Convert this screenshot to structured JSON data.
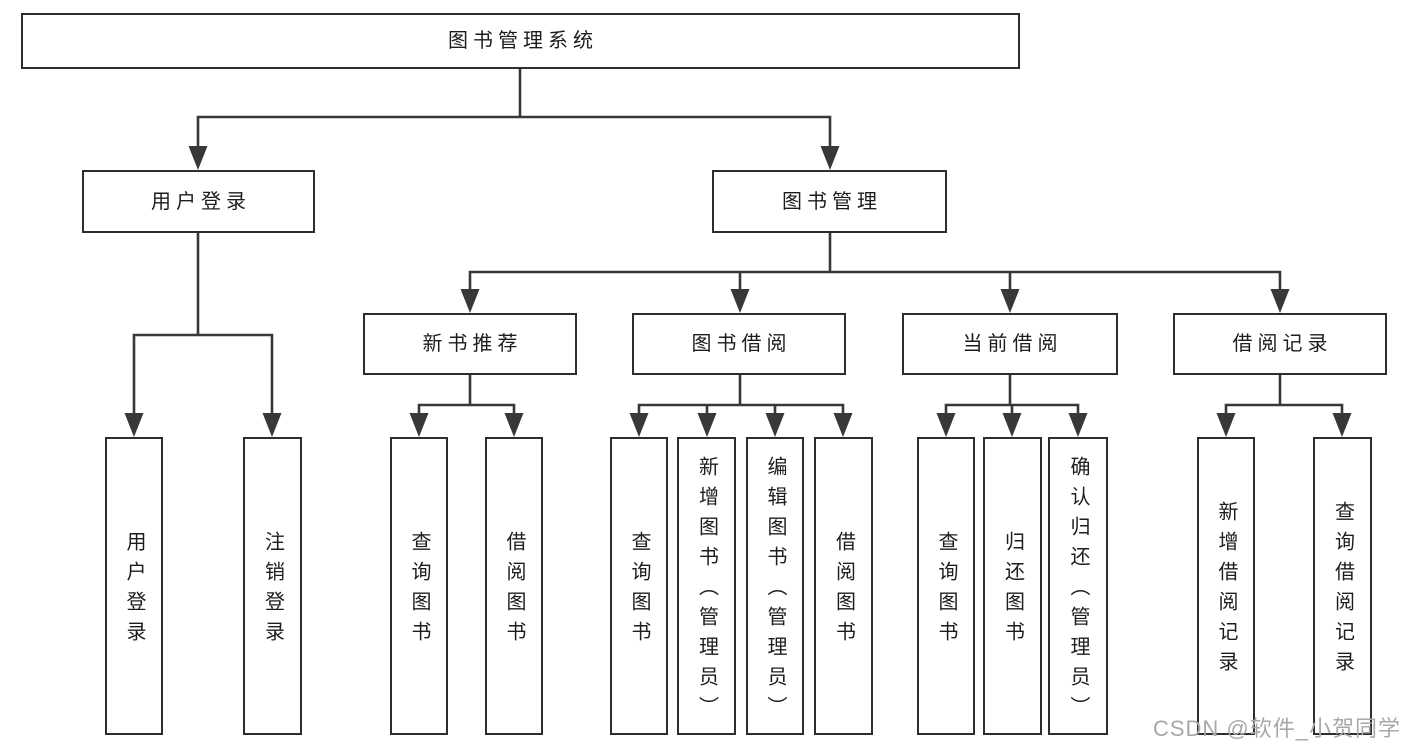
{
  "tree": {
    "root": {
      "label": "图书管理系统"
    },
    "branches": [
      {
        "label": "用户登录",
        "children": [
          {
            "label": "用户登录"
          },
          {
            "label": "注销登录"
          }
        ]
      },
      {
        "label": "图书管理",
        "sections": [
          {
            "label": "新书推荐",
            "children": [
              {
                "label": "查询图书"
              },
              {
                "label": "借阅图书"
              }
            ]
          },
          {
            "label": "图书借阅",
            "children": [
              {
                "label": "查询图书"
              },
              {
                "label": "新增图书（管理员）"
              },
              {
                "label": "编辑图书（管理员）"
              },
              {
                "label": "借阅图书"
              }
            ]
          },
          {
            "label": "当前借阅",
            "children": [
              {
                "label": "查询图书"
              },
              {
                "label": "归还图书"
              },
              {
                "label": "确认归还（管理员）"
              }
            ]
          },
          {
            "label": "借阅记录",
            "children": [
              {
                "label": "新增借阅记录"
              },
              {
                "label": "查询借阅记录"
              }
            ]
          }
        ]
      }
    ]
  },
  "watermark": {
    "text": "CSDN @软件_小贺同学"
  },
  "style": {
    "line_color": "#383838",
    "box_border_color": "#2e2e2e",
    "box_fill_color": "#ffffff",
    "watermark_color": "#a8a8a8"
  }
}
